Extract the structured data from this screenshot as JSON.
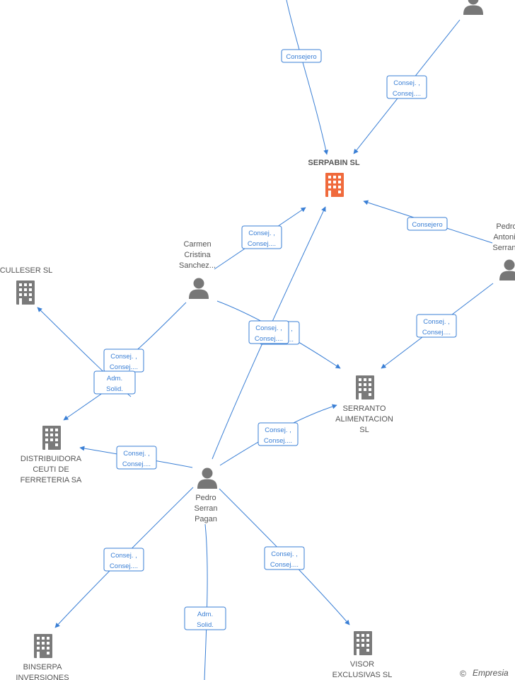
{
  "colors": {
    "edge": "#3a7fd5",
    "company": "#7a7a7a",
    "company_highlight": "#f06a3c",
    "person": "#777777",
    "text": "#555555"
  },
  "nodes": [
    {
      "id": "serpabin",
      "type": "company",
      "highlight": true,
      "label": [
        "SERPABIN SL"
      ]
    },
    {
      "id": "culleser",
      "type": "company",
      "label": [
        "CULLESER SL"
      ]
    },
    {
      "id": "serranto",
      "type": "company",
      "label": [
        "SERRANTO",
        "ALIMENTACION",
        "SL"
      ]
    },
    {
      "id": "distribuidora",
      "type": "company",
      "label": [
        "DISTRIBUIDORA",
        "CEUTI DE",
        "FERRETERIA SA"
      ]
    },
    {
      "id": "binserpa",
      "type": "company",
      "label": [
        "BINSERPA",
        "INVERSIONES"
      ]
    },
    {
      "id": "visor",
      "type": "company",
      "label": [
        "VISOR",
        "EXCLUSIVAS SL"
      ]
    },
    {
      "id": "carmen",
      "type": "person",
      "label": [
        "Carmen",
        "Cristina",
        "Sanchez..."
      ]
    },
    {
      "id": "pedro",
      "type": "person",
      "label": [
        "Pedro",
        "Serran",
        "Pagan"
      ]
    },
    {
      "id": "pedro_antonio",
      "type": "person",
      "label": [
        "Pedro",
        "Antonio",
        "Serrano"
      ]
    },
    {
      "id": "top_person",
      "type": "person",
      "label": []
    }
  ],
  "edge_labels": [
    [
      "Consejero"
    ],
    [
      "Consej. ,",
      "Consej...."
    ],
    [
      "Consej. ,",
      "Consej...."
    ],
    [
      "Consejero"
    ],
    [
      "Consej. ,",
      "Consej...."
    ],
    [
      "Consej. ,",
      "Consej...."
    ],
    [
      "Consej. ,",
      "Consej...."
    ],
    [
      "Consej. ,",
      "Consej...."
    ],
    [
      "Adm.",
      "Solid."
    ],
    [
      "Consej. ,",
      "Consej...."
    ],
    [
      "Consej. ,",
      "Consej...."
    ],
    [
      "Consej. ,",
      "Consej...."
    ],
    [
      "Consej. ,",
      "Consej...."
    ],
    [
      "Adm.",
      "Solid."
    ],
    [
      "Consej. ,",
      "Consej...."
    ]
  ],
  "watermark": {
    "symbol": "©",
    "brand": "Empresia"
  }
}
